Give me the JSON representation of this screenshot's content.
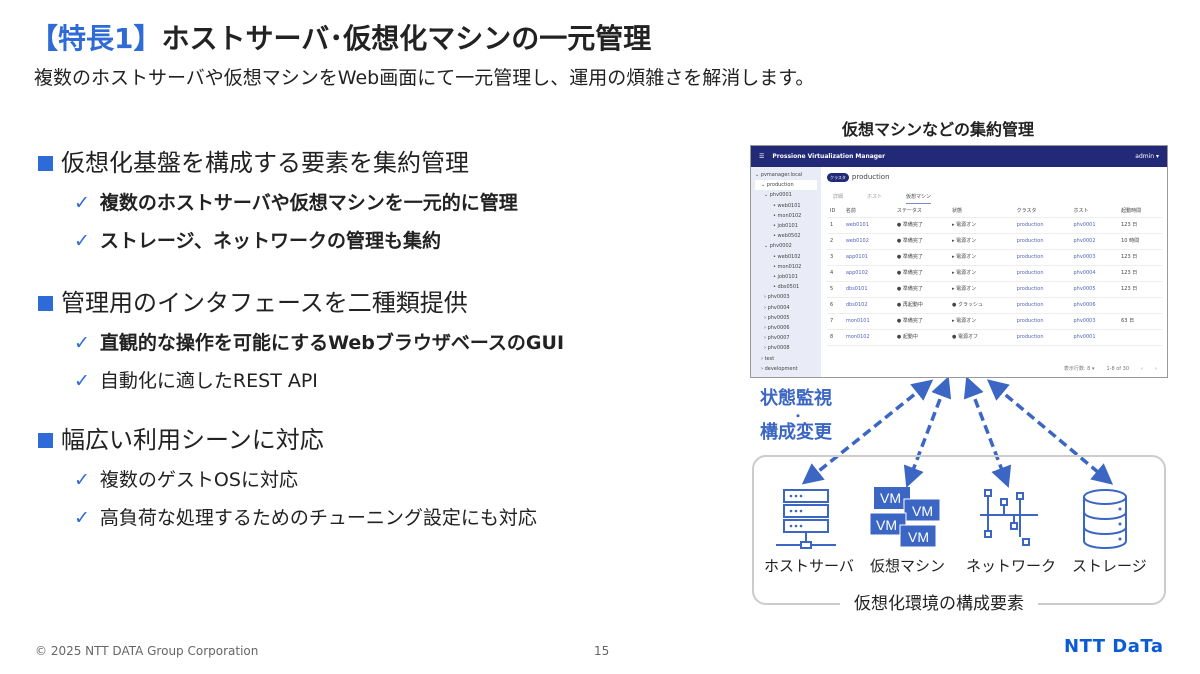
{
  "title": {
    "tag": "【特長1】",
    "text": "ホストサーバ･仮想化マシンの一元管理"
  },
  "subtitle": "複数のホストサーバや仮想マシンをWeb画面にて一元管理し、運用の煩雑さを解消します。",
  "sections": [
    {
      "heading": "仮想化基盤を構成する要素を集約管理",
      "items": [
        {
          "text": "複数のホストサーバや仮想マシンを一元的に管理",
          "bold": true
        },
        {
          "text": "ストレージ、ネットワークの管理も集約",
          "bold": true
        }
      ]
    },
    {
      "heading": "管理用のインタフェースを二種類提供",
      "items": [
        {
          "text": "直観的な操作を可能にするWebブラウザベースのGUI",
          "bold": true
        },
        {
          "text": "自動化に適したREST API",
          "bold": false
        }
      ]
    },
    {
      "heading": "幅広い利用シーンに対応",
      "items": [
        {
          "text": "複数のゲストOSに対応",
          "bold": false
        },
        {
          "text": "高負荷な処理するためのチューニング設定にも対応",
          "bold": false
        }
      ]
    }
  ],
  "check_mark": "✓",
  "screenshot": {
    "caption": "仮想マシンなどの集約管理",
    "app_title": "Prossione Virtualization Manager",
    "user": "admin ▾",
    "menu_icon": "☰",
    "tree": [
      "⌄ pvmanager.local",
      "  ⌄ production",
      "   ⌄ phv0001",
      "      • web0101",
      "      • mon0102",
      "      • job0101",
      "      • web0502",
      "   ⌄ phv0002",
      "      • web0102",
      "      • mon0102",
      "      • job0101",
      "      • dbs0501",
      "   › phv0003",
      "   › phv0004",
      "   › phv0005",
      "   › phv0006",
      "   › phv0007",
      "   › phv0008",
      "  › test",
      "  › development"
    ],
    "badge": "クラスタ",
    "cluster": "production",
    "tabs": [
      "詳細",
      "ホスト",
      "仮想マシン"
    ],
    "columns": [
      "ID",
      "名前",
      "ステータス",
      "状態",
      "クラスタ",
      "ホスト",
      "起動時間"
    ],
    "rows": [
      [
        "1",
        "web0101",
        "● 準備完了",
        "▸ 電源オン",
        "production",
        "phv0001",
        "123 日"
      ],
      [
        "2",
        "web0102",
        "● 準備完了",
        "▸ 電源オン",
        "production",
        "phv0002",
        "10 時間"
      ],
      [
        "3",
        "app0101",
        "● 準備完了",
        "▸ 電源オン",
        "production",
        "phv0003",
        "123 日"
      ],
      [
        "4",
        "app0102",
        "● 準備完了",
        "▸ 電源オン",
        "production",
        "phv0004",
        "123 日"
      ],
      [
        "5",
        "dbs0101",
        "● 準備完了",
        "▸ 電源オン",
        "production",
        "phv0005",
        "123 日"
      ],
      [
        "6",
        "dbs0102",
        "● 再起動中",
        "● クラッシュ",
        "production",
        "phv0006",
        ""
      ],
      [
        "7",
        "mon0101",
        "● 準備完了",
        "▸ 電源オン",
        "production",
        "phv0003",
        "63 日"
      ],
      [
        "8",
        "mon0102",
        "● 起動中",
        "● 電源オフ",
        "production",
        "phv0001",
        ""
      ]
    ],
    "rows_per_page": "表示行数: 8 ▾",
    "range": "1-8 of 30",
    "prev": "‹",
    "next": "›"
  },
  "diagram": {
    "label1": "状態監視",
    "dot": "・",
    "label2": "構成変更",
    "items": [
      "ホストサーバ",
      "仮想マシン",
      "ネットワーク",
      "ストレージ"
    ],
    "vm": "VM",
    "caption": "仮想化環境の構成要素",
    "accent": "#3b66c4"
  },
  "footer": {
    "copyright": "© 2025 NTT DATA Group Corporation",
    "page": "15",
    "logo": "NTT DaTa"
  }
}
